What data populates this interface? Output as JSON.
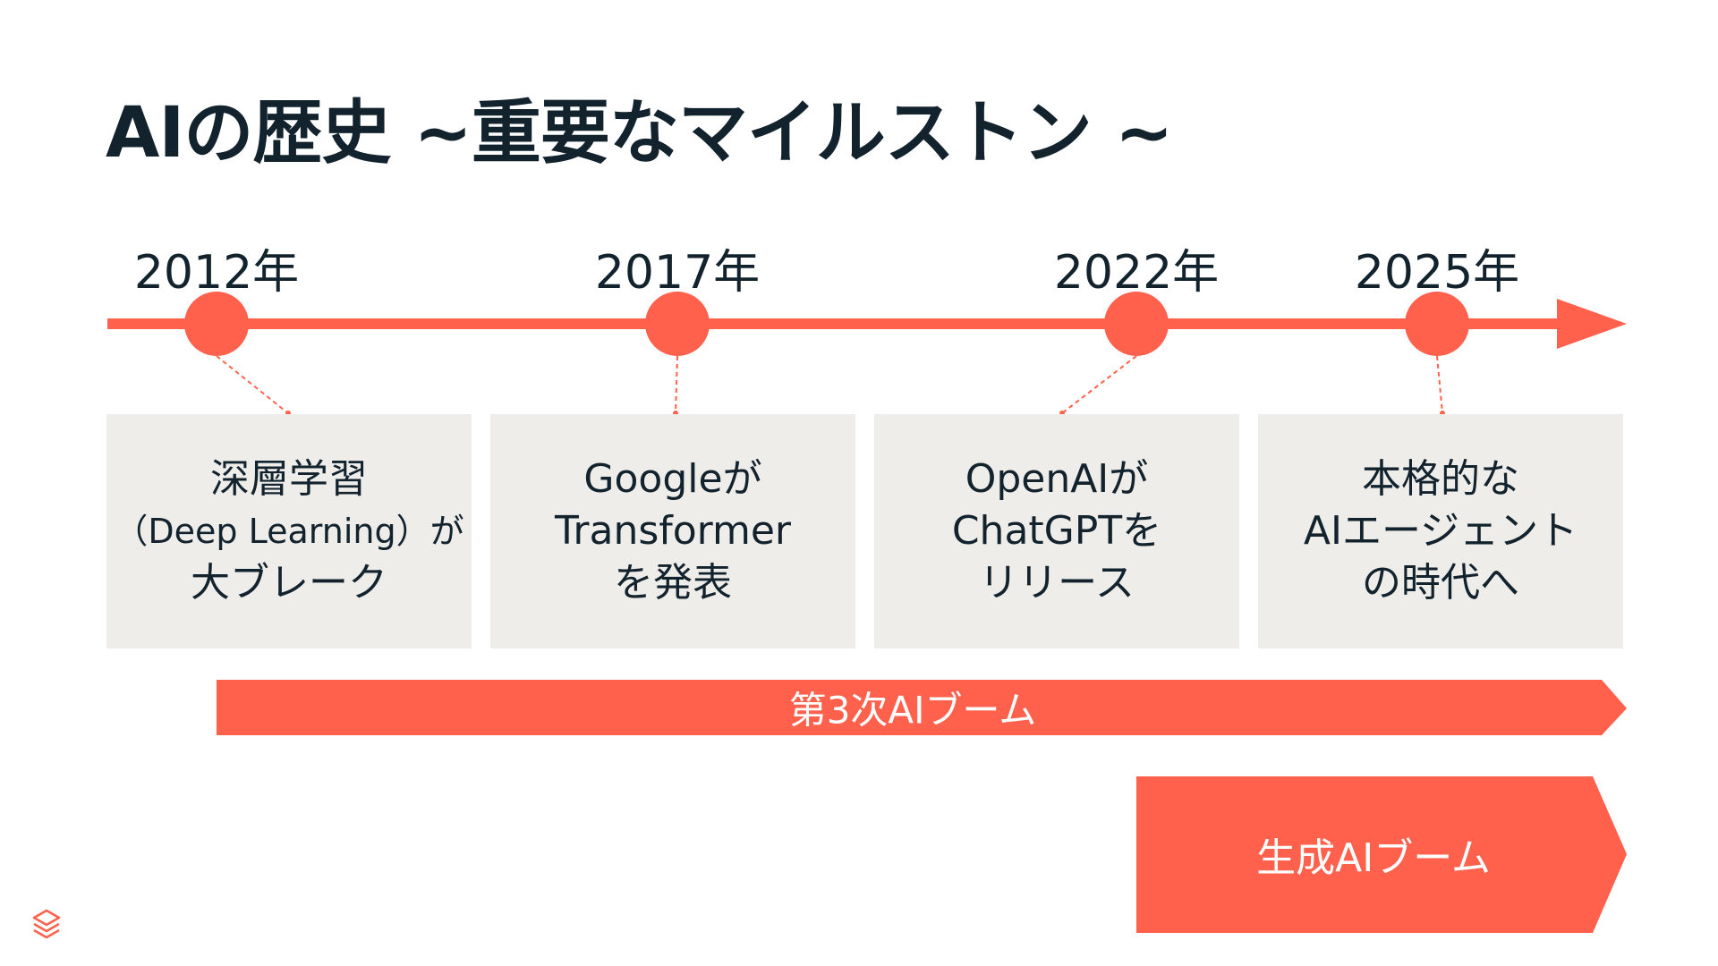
{
  "slide": {
    "title": "AIの歴史 ~重要なマイルストン ~"
  },
  "colors": {
    "accent": "#ff614d",
    "card_bg": "#eeedea",
    "text": "#12232e",
    "band_text": "#ffffff"
  },
  "timeline": {
    "milestones": [
      {
        "year": "2012年",
        "lines": [
          "深層学習",
          "（Deep Learning）が",
          "大ブレーク"
        ]
      },
      {
        "year": "2017年",
        "lines": [
          "Googleが",
          "Transformer",
          "を発表"
        ]
      },
      {
        "year": "2022年",
        "lines": [
          "OpenAIが",
          "ChatGPTを",
          "リリース"
        ]
      },
      {
        "year": "2025年",
        "lines": [
          "本格的な",
          "AIエージェント",
          "の時代へ"
        ]
      }
    ]
  },
  "bands": {
    "third_boom": "第3次AIブーム",
    "generative_boom": "生成AIブーム"
  },
  "logo": {
    "icon": "stacked-layers-icon"
  }
}
